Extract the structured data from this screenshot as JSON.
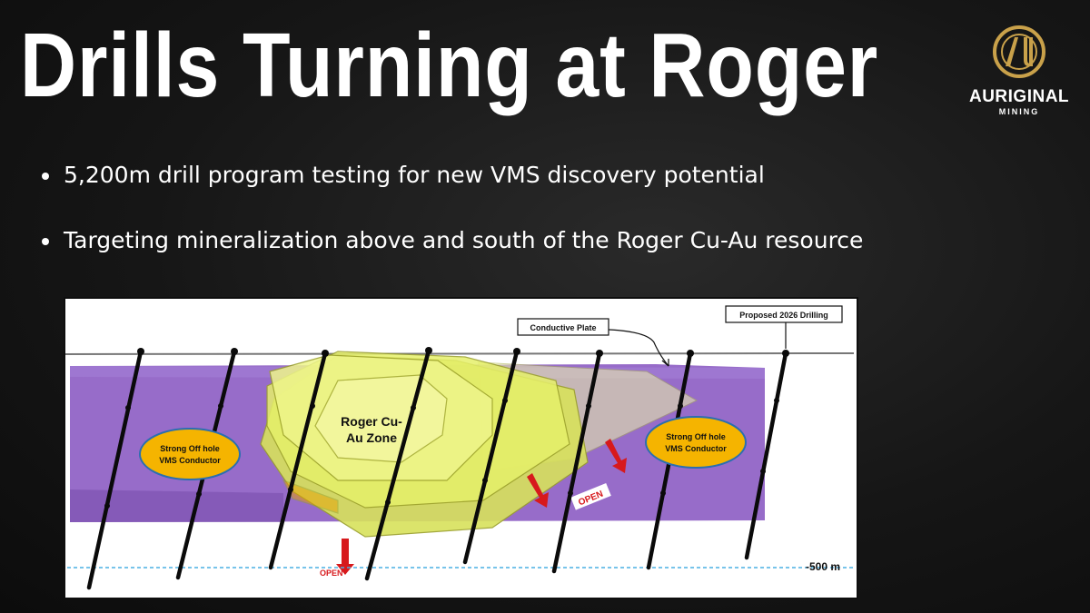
{
  "slide": {
    "title": "Drills Turning at Roger",
    "bullets": [
      "5,200m drill program testing for new VMS discovery potential",
      "Targeting mineralization above and south of the Roger Cu-Au resource"
    ]
  },
  "logo": {
    "name": "AURIGINAL",
    "sub": "MINING",
    "colors": {
      "gold": "#c9a14a",
      "white": "#ffffff"
    }
  },
  "diagram": {
    "callout_conductive_plate": "Conductive Plate",
    "callout_proposed": "Proposed 2026 Drilling",
    "zone_label_line1": "Roger Cu-",
    "zone_label_line2": "Au Zone",
    "conductor_left_line1": "Strong Off hole",
    "conductor_left_line2": "VMS Conductor",
    "conductor_right_line1": "Strong Off hole",
    "conductor_right_line2": "VMS Conductor",
    "open_label_1": "OPEN",
    "open_label_2": "OPEN",
    "depth_label": "-500 m",
    "colors": {
      "purple": "#8e5fc4",
      "zone": "#e6f06a",
      "conductor": "#f5b400",
      "arrow": "#d7191c",
      "depth_line": "#4ab0e3"
    }
  }
}
